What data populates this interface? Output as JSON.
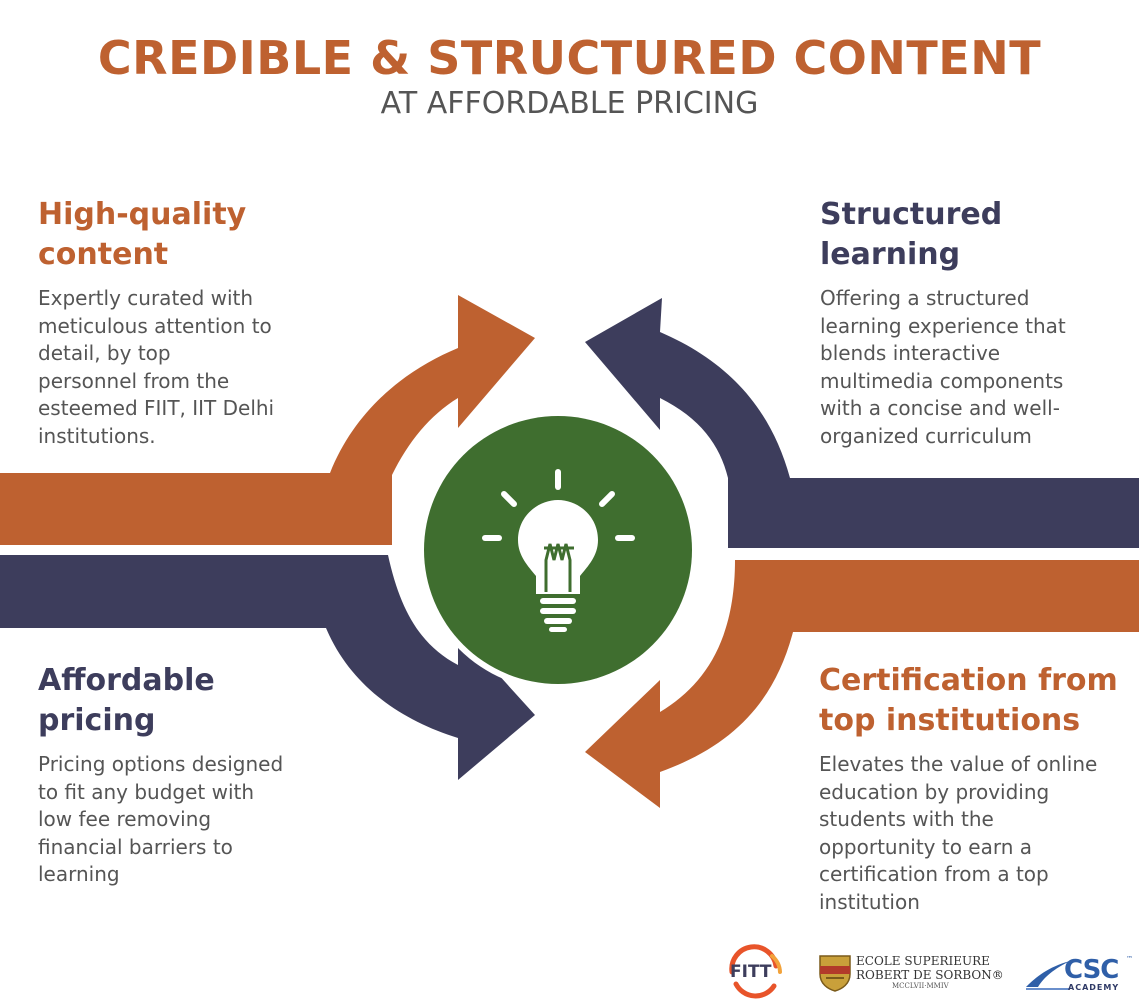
{
  "header": {
    "title": "CREDIBLE & STRUCTURED CONTENT",
    "subtitle": "AT AFFORDABLE PRICING"
  },
  "colors": {
    "orange": "#BE6130",
    "navy": "#3D3D5C",
    "green": "#3F6E2F",
    "text": "#555555"
  },
  "features": {
    "high_quality": {
      "heading": "High-quality\ncontent",
      "body": "Expertly curated with\nmeticulous attention to\ndetail, by top\npersonnel from the\nesteemed FIIT, IIT Delhi\ninstitutions."
    },
    "structured": {
      "heading": "Structured\nlearning",
      "body": "Offering a structured\nlearning experience that\nblends interactive\nmultimedia components\nwith a concise and well-\norganized curriculum"
    },
    "affordable": {
      "heading": "Affordable\npricing",
      "body": "Pricing options designed\nto fit any budget with\nlow fee removing\nfinancial barriers to\nlearning"
    },
    "certification": {
      "heading": "Certification from\ntop institutions",
      "body": "Elevates the value of online\neducation by providing\nstudents with the\nopportunity to earn a\ncertification from a top\ninstitution"
    }
  },
  "center_icon": "lightbulb-icon",
  "logos": {
    "fitt": "FITT",
    "ecole_name": "ECOLE SUPERIEURE\nROBERT DE SORBON®",
    "ecole_roman": "MCCLVII·MMIV",
    "csc": "CSC",
    "csc_sub": "ACADEMY",
    "csc_tm": "™"
  }
}
